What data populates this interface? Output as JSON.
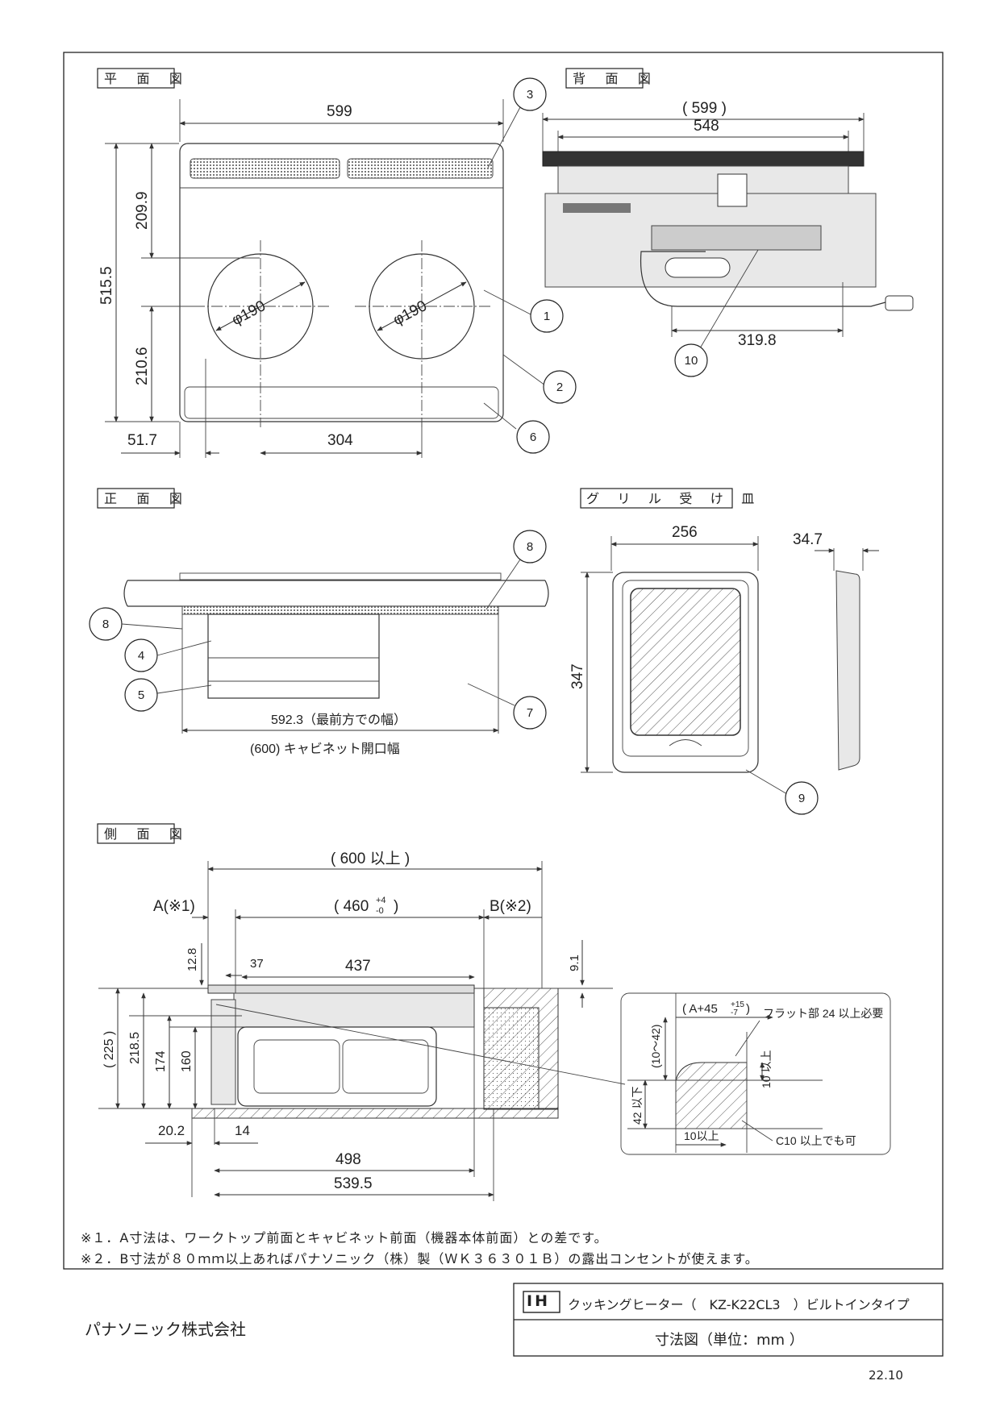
{
  "views": {
    "plan": {
      "title": "平 面 図",
      "dims": {
        "width": "599",
        "depth": "515.5",
        "rear": "209.9",
        "front": "210.6",
        "left": "51.7",
        "pitch": "304"
      },
      "burners": [
        "φ190",
        "φ190"
      ]
    },
    "rear": {
      "title": "背 面 図",
      "dims": {
        "overall": "( 599 )",
        "body": "548",
        "cord": "319.8"
      }
    },
    "front": {
      "title": "正 面 図",
      "dims": {
        "front_width": "592.3（最前方での幅）",
        "cabinet": "(600) キャビネット開口幅"
      }
    },
    "grill_tray": {
      "title": "グ リ ル 受 け 皿",
      "dims": {
        "width": "256",
        "depth": "347",
        "height": "34.7"
      }
    },
    "side": {
      "title": "側 面 図",
      "dims": {
        "d600": "( 600 以上 )",
        "d460": "( 460",
        "d460_tol_plus": "+4",
        "d460_tol_minus": "-0",
        "d460_close": ")",
        "a": "A(※1)",
        "b": "B(※2)",
        "d12_8": "12.8",
        "d37": "37",
        "d437": "437",
        "d9_1": "9.1",
        "d225": "( 225 )",
        "d218_5": "218.5",
        "d174": "174",
        "d160": "160",
        "d20_2": "20.2",
        "d14": "14",
        "d498": "498",
        "d539_5": "539.5"
      }
    },
    "detail": {
      "a45": "( A+45",
      "a45_tol_plus": "+15",
      "a45_tol_minus": "-7",
      "a45_close": ")",
      "flat": "フラット部 24 以上必要",
      "d10_42": "(10～42)",
      "d42": "42 以下",
      "d10u": "10 以上",
      "d10l": "10以上",
      "c10": "C10 以上でも可"
    }
  },
  "callouts": [
    "1",
    "2",
    "3",
    "4",
    "5",
    "6",
    "7",
    "8",
    "8",
    "9",
    "10"
  ],
  "notes": [
    "※１．A寸法は、ワークトップ前面とキャビネット前面（機器本体前面）との差です。",
    "※２．B寸法が８０ｍｍ以上あればパナソニック（株）製（ＷＫ３６３０１Ｂ）の露出コンセントが使えます。"
  ],
  "footer": {
    "company": "パナソニック株式会社",
    "ih": "IH",
    "product": "クッキングヒーター（　KZ-K22CL3　）ビルトインタイプ",
    "drawing": "寸法図（単位：mm ）",
    "date": "22.10"
  }
}
